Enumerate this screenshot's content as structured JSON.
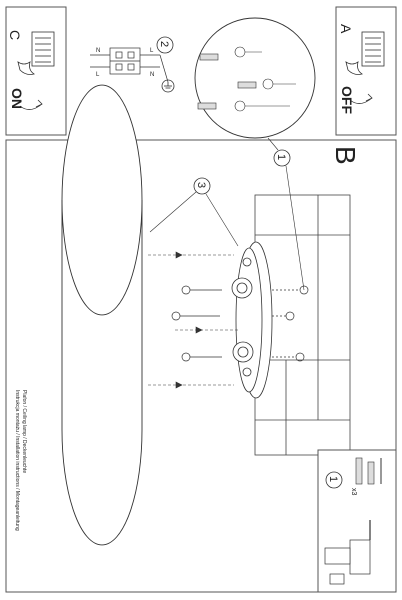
{
  "panel_a": {
    "letter": "A",
    "state": "OFF",
    "switch_icon": "switch-off-icon"
  },
  "panel_c": {
    "letter": "C",
    "state": "ON",
    "switch_icon": "switch-on-icon"
  },
  "wiring": {
    "step": "2",
    "icons": [
      "terminal-block-icon",
      "ground-icon"
    ],
    "wire_labels": [
      "N",
      "L",
      "L",
      "N"
    ]
  },
  "hardware": {
    "icons": [
      "wall-plug-icon",
      "screw-icon"
    ]
  },
  "main": {
    "section_letter": "B",
    "callout_step1": "1",
    "callout_step3": "3"
  },
  "drill_panel": {
    "step": "1",
    "quantity": "x3",
    "icons": [
      "drill-icon",
      "anchor-screw-icon"
    ]
  },
  "caption": {
    "line1": "Instrukcja montażu / Installation instructions / Montageanleitung",
    "line2": "Plafon / Ceiling lamp / Deckenleuchte"
  },
  "colors": {
    "line": "#333333",
    "panel_border": "#555555",
    "background": "#ffffff"
  }
}
